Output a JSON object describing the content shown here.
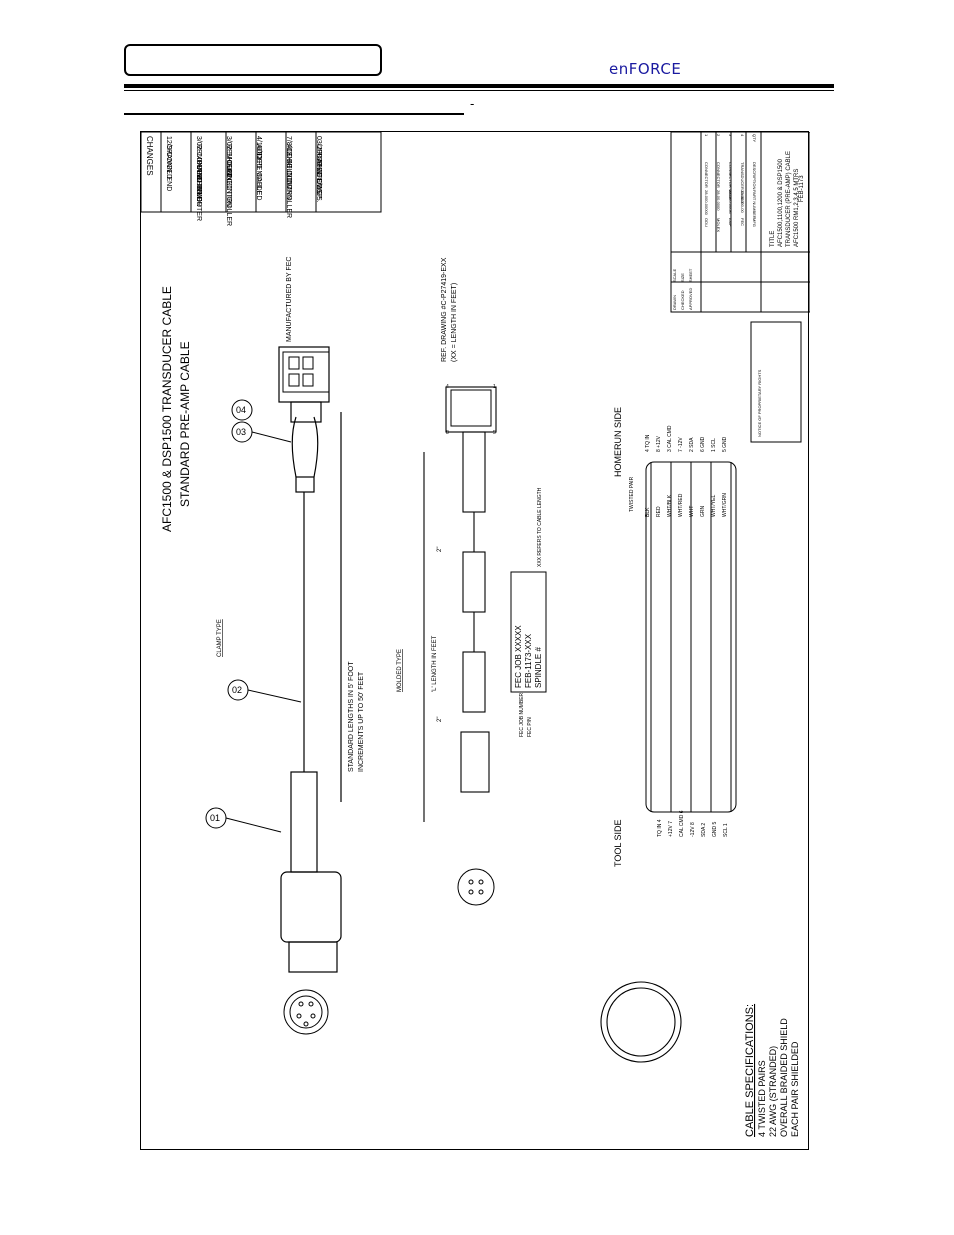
{
  "header": {
    "brand": "enFORCE",
    "dash": "-"
  },
  "drawing": {
    "title_line1": "AFC1500 & DSP1500 TRANSDUCER CABLE",
    "title_line2": "STANDARD PRE-AMP CABLE",
    "changes": {
      "heading": "CHANGES",
      "entries": [
        [
          "12/97",
          "CHANGED",
          "CONN. END"
        ],
        [
          "3/02",
          "REMOVED",
          "CONNECTION",
          "BETWEEN OUTER",
          "AND INNER",
          "SHIELD"
        ],
        [
          "3/02",
          "REMOVED",
          "SHIELD",
          "CONNECTION",
          "AT CONTROLLER"
        ],
        [
          "4/16/02",
          "ADDED MOLDED",
          "TYPE CABLE"
        ],
        [
          "7/8/02",
          "ADDED INDIV.",
          "SHIELD CONN.",
          "AT CONTROLLER"
        ],
        [
          "03/2007 FEC",
          "UPDATED DWGS.",
          "FOR AFC/DSP",
          "SYSTEMS"
        ]
      ]
    },
    "callouts": [
      "01",
      "02",
      "03",
      "04"
    ],
    "labels": {
      "manufactured": "MANUFACTURED BY FEC",
      "ref_drawing_1": "REF. DRAWING #C-P27419-EXX",
      "ref_drawing_2": "(XX = LENGTH IN FEET)",
      "clamp_type": "CLAMP TYPE",
      "molded_type": "MOLDED TYPE",
      "standard_length_1": "STANDARD LENGTHS IN 5' FOOT",
      "standard_length_2": "INCREMENTS UP TO 50' FEET",
      "length_in_feet": "'L' LENGTH IN FEET",
      "two_in": "2\"",
      "fec_job": "FEC JOB XXXXX",
      "feb_part": "FEB-1173-XXX",
      "spindle": "SPINDLE #",
      "xxx_refers": "XXX REFERS TO CABLE LENGTH",
      "fec_job_number": "FEC JOB NUMBER",
      "fec_pn": "FEC P/N",
      "tool_side": "TOOL SIDE",
      "homerun_side": "HOMERUN SIDE",
      "twisted_pair": "TWISTED PAIR",
      "pin_nums": [
        "4",
        "8",
        "1",
        "5"
      ]
    },
    "cable_specs": {
      "heading": "CABLE SPECIFICATIONS:",
      "lines": [
        "4 TWISTED PAIRS",
        "22 AWG (STRANDED)",
        "OVERALL BRAIDED SHIELD",
        "EACH PAIR SHIELDED"
      ]
    },
    "wiring": {
      "tool_signals": [
        "TQ IN",
        "+12V",
        "CAL CMD",
        "-12V",
        "SDA",
        "GND",
        "SCL"
      ],
      "tool_pins": [
        "4",
        "7",
        "6",
        "8",
        "2",
        "5",
        "1"
      ],
      "homerun_pins": [
        "4",
        "8",
        "3",
        "7",
        "2",
        "6",
        "1",
        "5"
      ],
      "homerun_signals": [
        "TQ IN",
        "+12V",
        "CAL CMD",
        "-12V",
        "SDA",
        "GND",
        "SCL",
        "GND"
      ],
      "colors": [
        "BLK",
        "RED",
        "WHT/BLK",
        "WHT/RED",
        "WHT",
        "GRN",
        "WHT/YEL",
        "WHT/GRN"
      ]
    },
    "title_block": {
      "title": "TITLE",
      "desc_line1": "AFC1500,1100,1200 & DSP1500",
      "desc_line2": "TRANSDUCER (PRE-AMP) CABLE",
      "desc_line3": "AFC1500 RM1,2,3,4,5 MTRS",
      "drawing_no": "FEB-1173",
      "notice": "NOTICE OF PROPRIETARY RIGHTS",
      "bom": [
        [
          "4",
          "TRANSDUCER CABLE",
          "28-00000-00",
          "FEC"
        ],
        [
          "3",
          "CONNECTOR MALE",
          "28-000-00087",
          "AMP"
        ],
        [
          "2",
          "CONNECTOR",
          "28-00-0000",
          "MOLEX"
        ],
        [
          "1",
          "CONNECTOR",
          "28-000-00000",
          "ODU"
        ]
      ],
      "bom_headers": [
        "QTY",
        "DESCRIPTION",
        "PART NUMBER",
        "MFG"
      ],
      "small": [
        "DRAWN",
        "CHECKED",
        "APPROVED",
        "SCALE",
        "SIZE",
        "SHEET"
      ]
    }
  }
}
